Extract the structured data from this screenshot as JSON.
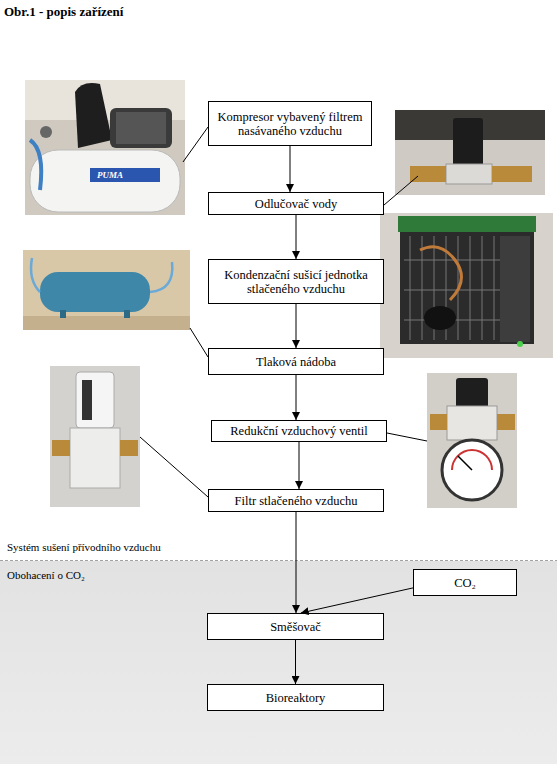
{
  "diagram": {
    "title": "Obr.1 - popis zařízení",
    "nodes": [
      {
        "text": [
          "Kompresor vybavený filtrem nasávaného vzduchu"
        ]
      },
      {
        "text": [
          "Odlučovač vody"
        ]
      },
      {
        "text": [
          "Kondenzační sušicí jednotka stlačeného vzduchu"
        ]
      },
      {
        "text": [
          "Tlaková nádoba"
        ]
      },
      {
        "text": [
          "Redukční vzduchový ventil"
        ]
      },
      {
        "text": [
          "Filtr stlačeného vzduchu"
        ]
      },
      {
        "text": [
          "Obohacení o CO₂"
        ]
      },
      {
        "text": [
          "CO₂"
        ],
        "in": 6
      },
      {
        "text": [
          "Směšovač"
        ],
        "in": 6
      },
      {
        "text": [
          "Bioreaktory"
        ],
        "in": 6
      }
    ],
    "edges": [
      {
        "from": 0,
        "to": 1,
        "arrow": "to"
      },
      {
        "from": 1,
        "to": 2,
        "arrow": "to"
      },
      {
        "from": 2,
        "to": 3,
        "arrow": "to"
      },
      {
        "from": 3,
        "to": 4,
        "arrow": "to"
      },
      {
        "from": 4,
        "to": 5,
        "arrow": "to"
      },
      {
        "from": 5,
        "to": 8,
        "arrow": "to"
      },
      {
        "from": 7,
        "to": 8,
        "arrow": "to"
      },
      {
        "from": 8,
        "to": 9,
        "arrow": "to"
      }
    ],
    "labels": [
      "Systém sušení přívodního vzduchu",
      "PUMA"
    ]
  }
}
